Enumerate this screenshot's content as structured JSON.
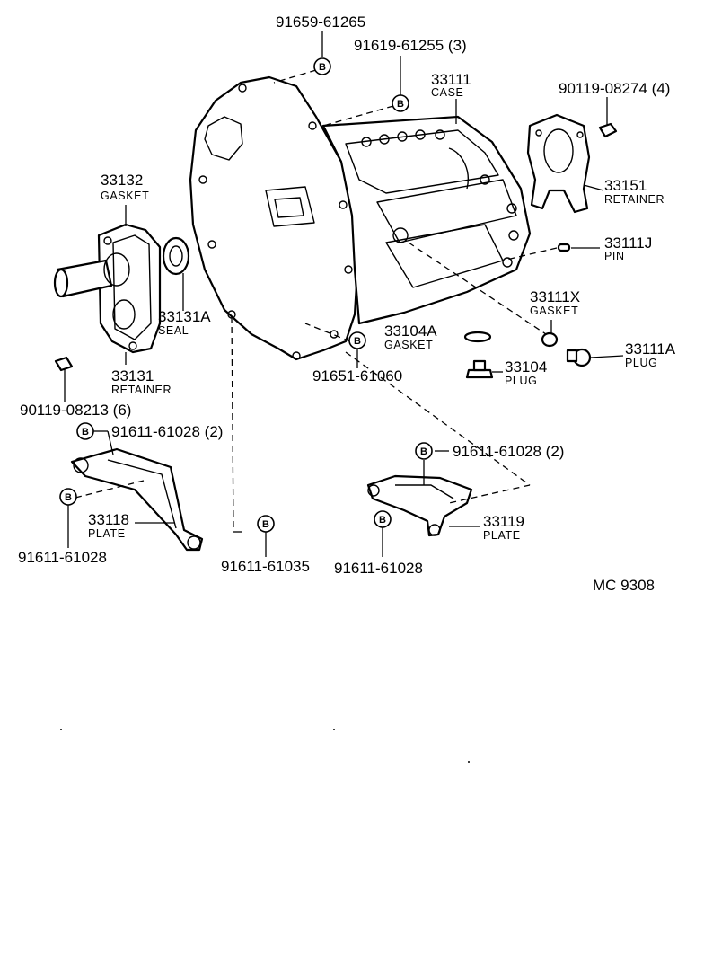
{
  "bolt_symbol": "B",
  "diagram_code": "MC  9308",
  "parts": {
    "p91659_61265": {
      "number": "91659-61265"
    },
    "p91619_61255": {
      "number": "91619-61255 (3)"
    },
    "p33111": {
      "number": "33111",
      "name": "CASE"
    },
    "p90119_08274": {
      "number": "90119-08274 (4)"
    },
    "p33132": {
      "number": "33132",
      "name": "GASKET"
    },
    "p33151": {
      "number": "33151",
      "name": "RETAINER"
    },
    "p33111J": {
      "number": "33111J",
      "name": "PIN"
    },
    "p33131A": {
      "number": "33131A",
      "name": "SEAL"
    },
    "p33111X": {
      "number": "33111X",
      "name": "GASKET"
    },
    "p33104A": {
      "number": "33104A",
      "name": "GASKET"
    },
    "p33111A": {
      "number": "33111A",
      "name": "PLUG"
    },
    "p33104": {
      "number": "33104",
      "name": "PLUG"
    },
    "p33131": {
      "number": "33131",
      "name": "RETAINER"
    },
    "p91651_61060": {
      "number": "91651-61060"
    },
    "p90119_08213": {
      "number": "90119-08213 (6)"
    },
    "p91611_61028_left_top": {
      "number": "91611-61028 (2)"
    },
    "p91611_61028_right_top": {
      "number": "91611-61028 (2)"
    },
    "p33118": {
      "number": "33118",
      "name": "PLATE"
    },
    "p33119": {
      "number": "33119",
      "name": "PLATE"
    },
    "p91611_61028_left_bottom": {
      "number": "91611-61028"
    },
    "p91611_61035": {
      "number": "91611-61035"
    },
    "p91611_61028_right_bottom": {
      "number": "91611-61028"
    }
  }
}
